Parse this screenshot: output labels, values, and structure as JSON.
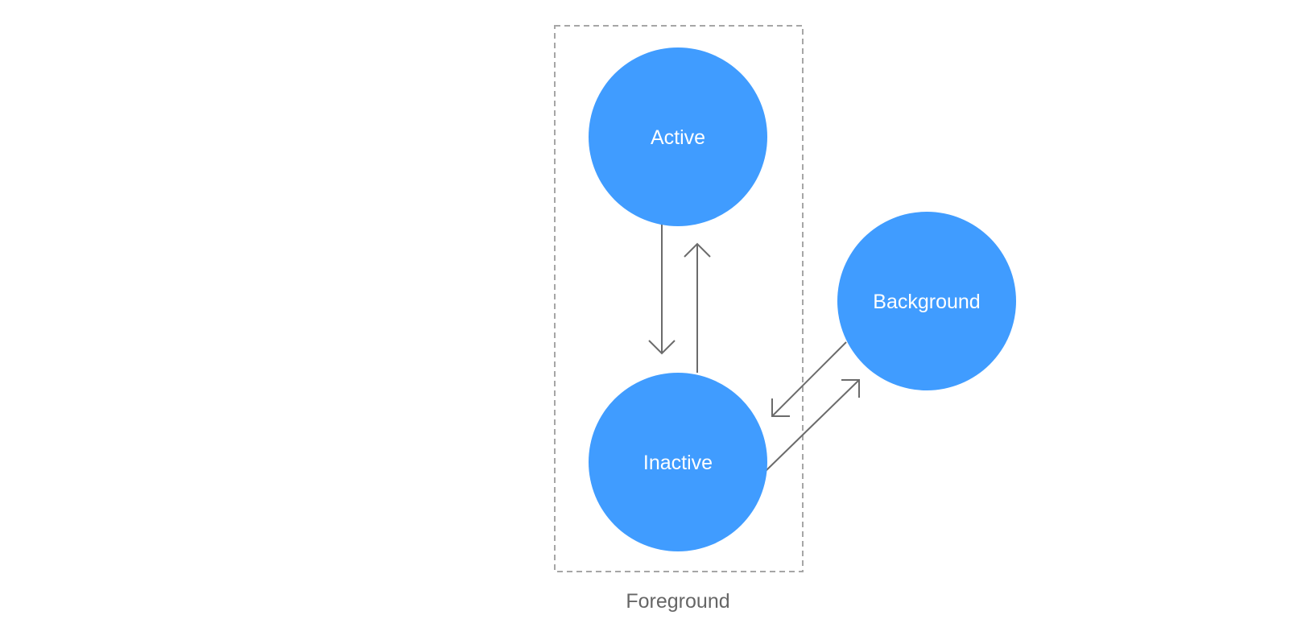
{
  "diagram": {
    "group": {
      "label": "Foreground"
    },
    "nodes": {
      "active": {
        "label": "Active"
      },
      "inactive": {
        "label": "Inactive"
      },
      "background": {
        "label": "Background"
      }
    },
    "edges": [
      {
        "from": "Active",
        "to": "Inactive"
      },
      {
        "from": "Inactive",
        "to": "Active"
      },
      {
        "from": "Background",
        "to": "Inactive"
      },
      {
        "from": "Inactive",
        "to": "Background"
      }
    ],
    "colors": {
      "node_fill": "#409CFF",
      "node_text": "#FFFFFF",
      "arrow": "#6B6B6B",
      "group_border": "#A6A6A6",
      "group_label": "#666666"
    }
  }
}
